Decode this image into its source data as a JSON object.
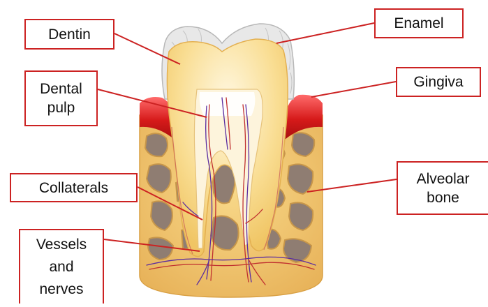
{
  "labels": {
    "dentin": "Dentin",
    "dental_pulp": "Dental\npulp",
    "collaterals": "Collaterals",
    "vessels_nerves": "Vessels\nand\nnerves",
    "enamel": "Enamel",
    "gingiva": "Gingiva",
    "alveolar_bone": "Alveolar\nbone"
  },
  "colors": {
    "leader": "#cc2222",
    "enamel": "#e4e4e4",
    "dentin": "#f6d889",
    "pulp": "#fdf3dc",
    "gingiva": "#d81e1e",
    "bone": "#f0c060",
    "marrow": "#8c7a70",
    "vessel": "#5a2ca0",
    "nerve": "#c03030"
  }
}
